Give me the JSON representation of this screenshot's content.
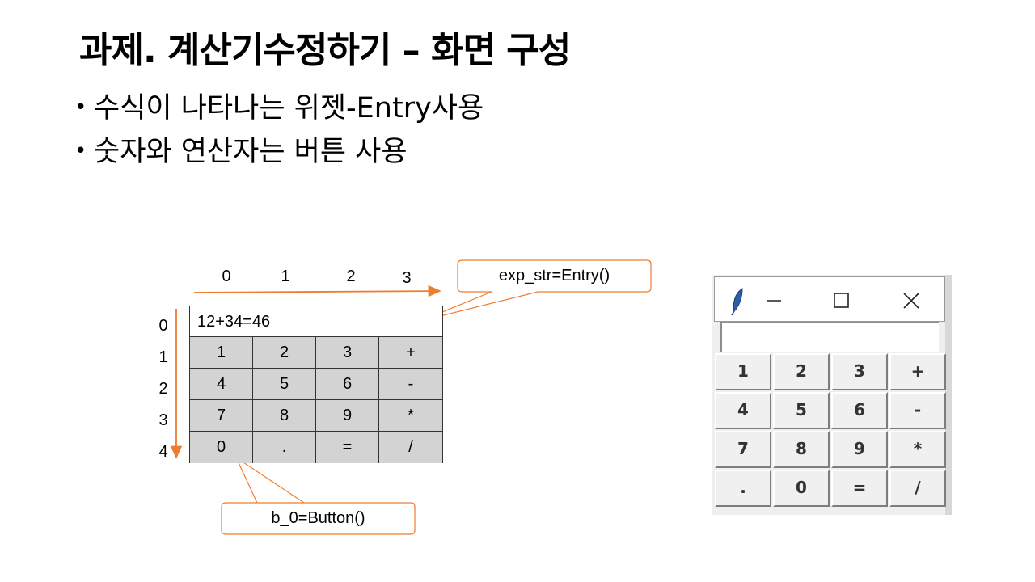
{
  "slide": {
    "title": "과제. 계산기수정하기 – 화면 구성",
    "bullets": [
      "수식이 나타나는 위젯-Entry사용",
      "숫자와 연산자는 버튼 사용"
    ]
  },
  "diagram": {
    "column_labels": [
      "0",
      "1",
      "2",
      "3"
    ],
    "row_labels": [
      "0",
      "1",
      "2",
      "3",
      "4"
    ],
    "entry_text": "12+34=46",
    "buttons": [
      [
        "1",
        "2",
        "3",
        "+"
      ],
      [
        "4",
        "5",
        "6",
        "-"
      ],
      [
        "7",
        "8",
        "9",
        "*"
      ],
      [
        "0",
        ".",
        "=",
        "/"
      ]
    ],
    "callout_entry": "exp_str=Entry()",
    "callout_button": "b_0=Button()",
    "accent_color": "#ed7d31"
  },
  "tk_window": {
    "feather_icon": "feather-icon",
    "minimize_icon": "minimize-icon",
    "maximize_icon": "maximize-icon",
    "close_icon": "close-icon",
    "entry_value": "",
    "buttons": [
      [
        "1",
        "2",
        "3",
        "+"
      ],
      [
        "4",
        "5",
        "6",
        "-"
      ],
      [
        "7",
        "8",
        "9",
        "*"
      ],
      [
        ".",
        "0",
        "=",
        "/"
      ]
    ]
  }
}
